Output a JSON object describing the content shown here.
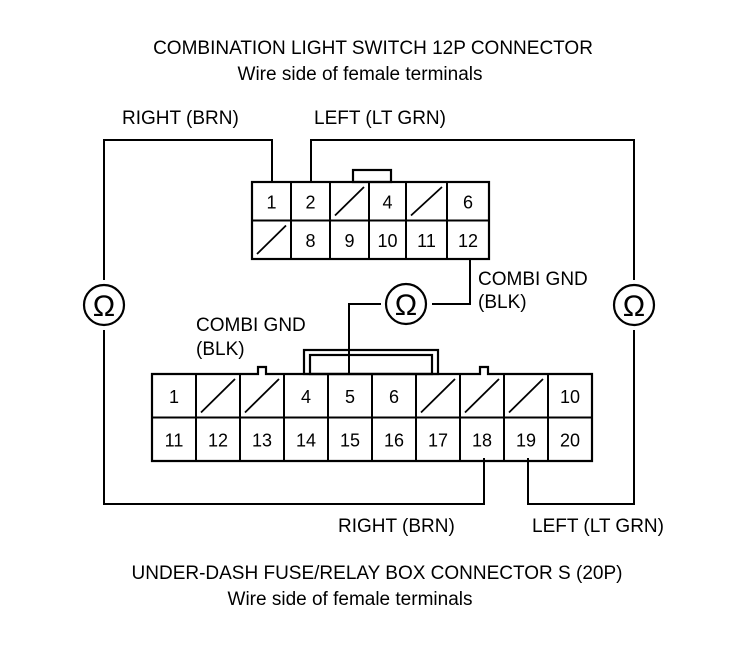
{
  "top_connector": {
    "title": "COMBINATION LIGHT SWITCH 12P CONNECTOR",
    "subtitle": "Wire side of female terminals",
    "row1": [
      "1",
      "2",
      "",
      "4",
      "",
      "6"
    ],
    "row2": [
      "",
      "8",
      "9",
      "10",
      "11",
      "12"
    ]
  },
  "bottom_connector": {
    "title": "UNDER-DASH FUSE/RELAY BOX CONNECTOR S (20P)",
    "subtitle": "Wire side of female terminals",
    "row1": [
      "1",
      "",
      "",
      "4",
      "5",
      "6",
      "",
      "",
      "",
      "10"
    ],
    "row2": [
      "11",
      "12",
      "13",
      "14",
      "15",
      "16",
      "17",
      "18",
      "19",
      "20"
    ]
  },
  "labels": {
    "top_right_wire": "RIGHT (BRN)",
    "top_left_wire": "LEFT (LT GRN)",
    "combi_gnd_right_1": "COMBI GND",
    "combi_gnd_right_2": "(BLK)",
    "combi_gnd_left_1": "COMBI GND",
    "combi_gnd_left_2": "(BLK)",
    "bottom_right_wire": "RIGHT (BRN)",
    "bottom_left_wire": "LEFT (LT GRN)"
  },
  "meters": {
    "symbol": "Ω",
    "icon": "ohmmeter-icon"
  },
  "colors": {
    "line": "#000000",
    "background": "#ffffff"
  }
}
